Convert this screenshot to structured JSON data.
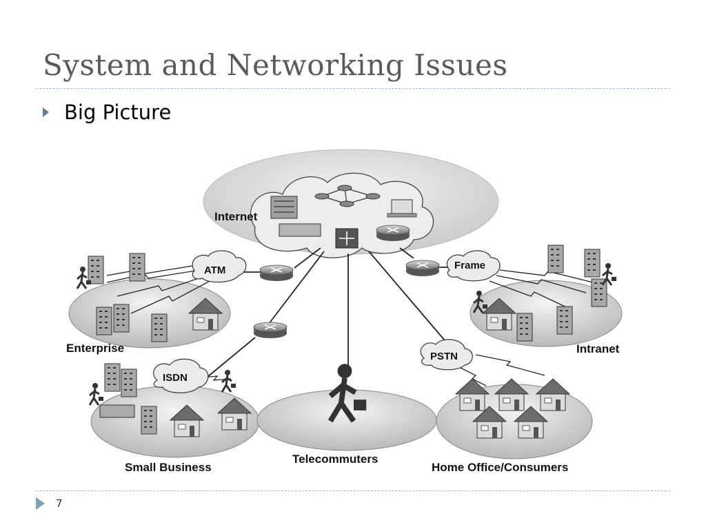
{
  "slide": {
    "title": "System and Networking Issues",
    "bullet": "Big Picture",
    "page_number": "7"
  },
  "diagram": {
    "internet": "Internet",
    "atm": "ATM",
    "frame": "Frame",
    "isdn": "ISDN",
    "pstn": "PSTN",
    "enterprise": "Enterprise",
    "intranet": "Intranet",
    "small_business": "Small Business",
    "telecommuters": "Telecommuters",
    "home_office": "Home Office/Consumers"
  },
  "colors": {
    "title_text": "#5a5a5a",
    "rule": "#9fb8c8",
    "bullet_accent": "#5b7e94"
  }
}
